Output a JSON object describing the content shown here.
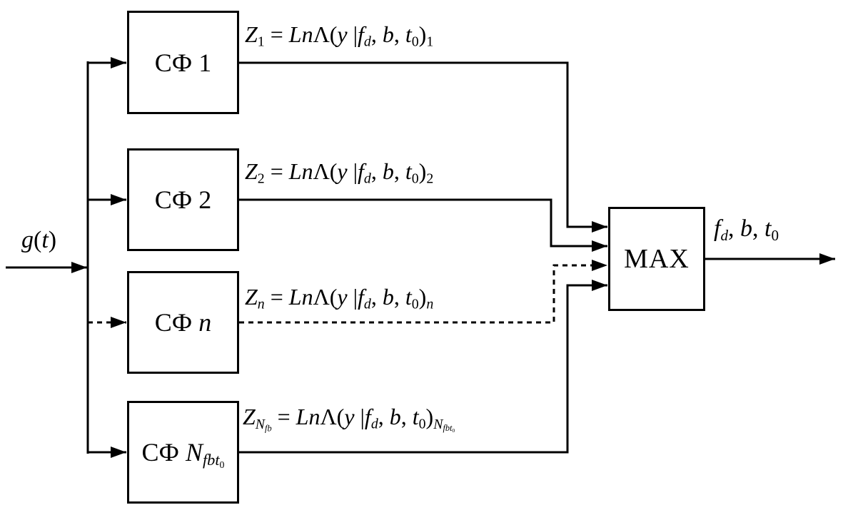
{
  "diagram": {
    "input_label": "g(t)",
    "max_label": "MAX",
    "output_label": "f_{d}, b, t_{0}",
    "filters": [
      {
        "name": "СФ",
        "index": "1",
        "equation": "Z_{1} = LnΛ(y |f_{d}, b, t_{0})_{1}"
      },
      {
        "name": "СФ",
        "index": "2",
        "equation": "Z_{2} = LnΛ(y |f_{d}, b, t_{0})_{2}"
      },
      {
        "name": "СФ",
        "index": "n",
        "equation": "Z_{n} = LnΛ(y |f_{d}, b, t_{0})_{n}"
      },
      {
        "name": "СФ",
        "index": "N_{fbt_{0}}",
        "equation": "Z_{N_{fb}} = LnΛ(y |f_{d}, b, t_{0})_{N_{fbt_{0}}}"
      }
    ],
    "colors": {
      "line": "#000000",
      "background": "#ffffff"
    }
  }
}
